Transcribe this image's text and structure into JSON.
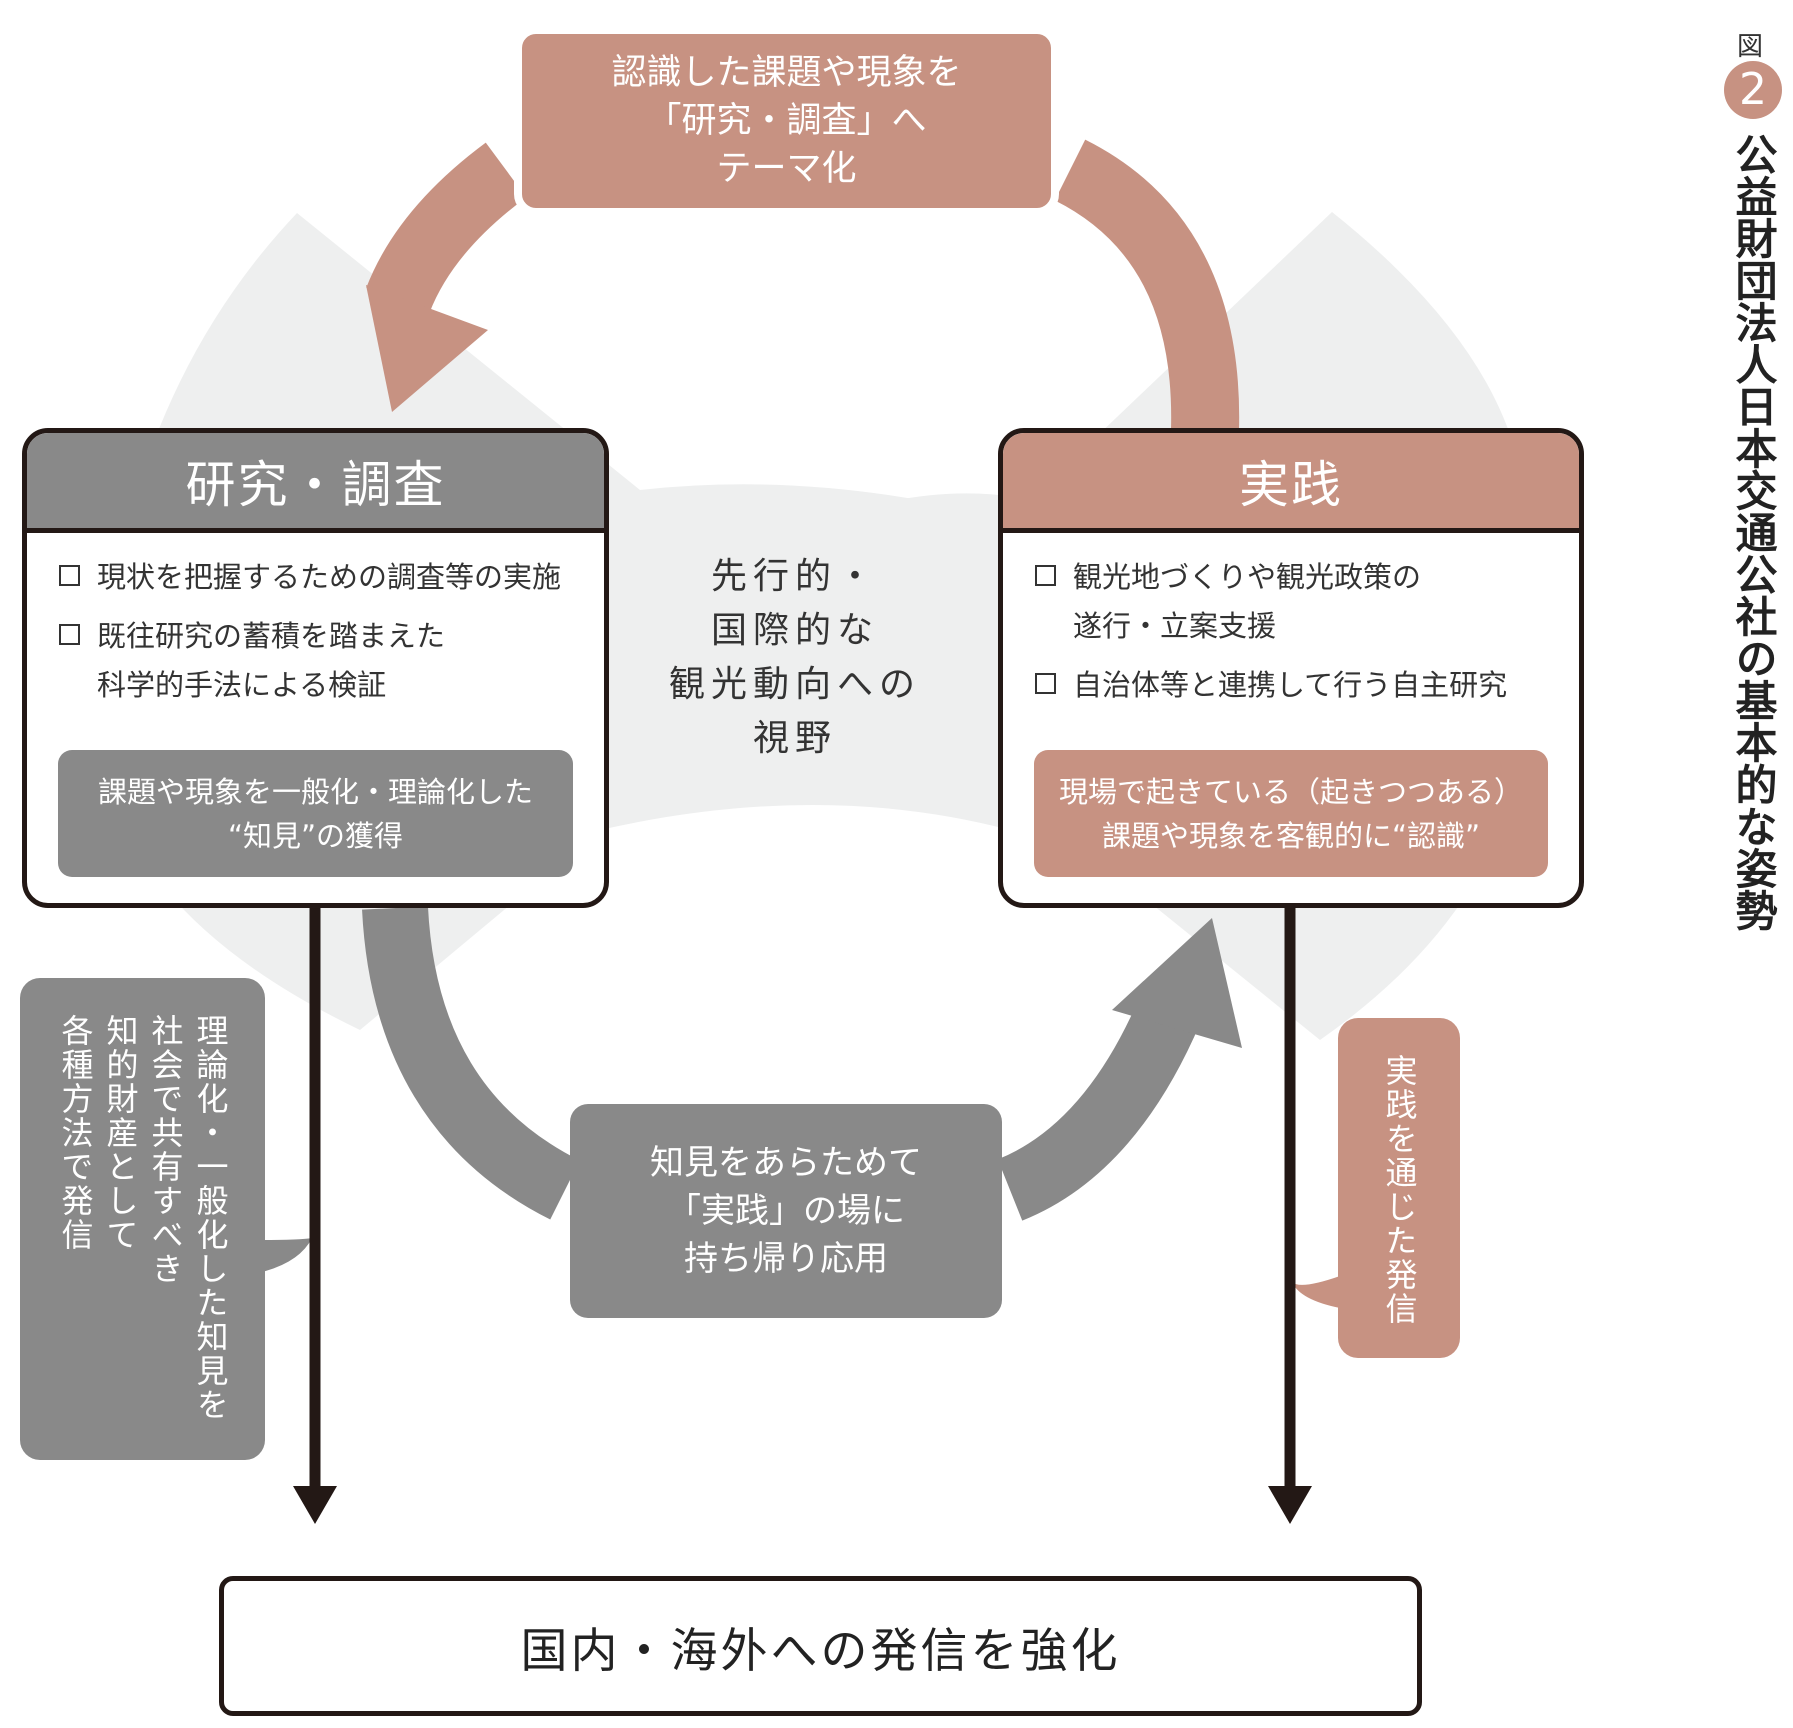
{
  "figure": {
    "label": "図",
    "number": "2",
    "title": "公益財団法人日本交通公社の基本的な姿勢"
  },
  "top_box": {
    "lines": [
      "認識した課題や現象を",
      "「研究・調査」へ",
      "テーマ化"
    ]
  },
  "left_panel": {
    "title": "研究・調査",
    "items": [
      {
        "lines": [
          "現状を把握するための調査等の実施"
        ]
      },
      {
        "lines": [
          "既往研究の蓄積を踏まえた",
          "科学的手法による検証"
        ]
      }
    ],
    "result": {
      "lines": [
        "課題や現象を一般化・理論化した",
        "“知見”の獲得"
      ]
    }
  },
  "right_panel": {
    "title": "実践",
    "items": [
      {
        "lines": [
          "観光地づくりや観光政策の",
          "遂行・立案支援"
        ]
      },
      {
        "lines": [
          "自治体等と連携して行う自主研究"
        ]
      }
    ],
    "result": {
      "lines": [
        "現場で起きている（起きつつある）",
        "課題や現象を客観的に“認識”"
      ]
    }
  },
  "center_text": {
    "lines": [
      "先行的・",
      "国際的な",
      "観光動向への",
      "視野"
    ]
  },
  "middle_box": {
    "lines": [
      "知見をあらためて",
      "「実践」の場に",
      "持ち帰り応用"
    ]
  },
  "left_callout": {
    "lines": [
      "理論化・一般化した知見を",
      "社会で共有すべき",
      "知的財産として",
      "各種方法で発信"
    ]
  },
  "right_callout": {
    "lines": [
      "実践を通じた発信"
    ]
  },
  "bottom_box": {
    "text": "国内・海外への発信を強化"
  },
  "colors": {
    "terracotta": "#c79282",
    "gray": "#898989",
    "light_gray": "#eeefef",
    "dark": "#231815"
  }
}
